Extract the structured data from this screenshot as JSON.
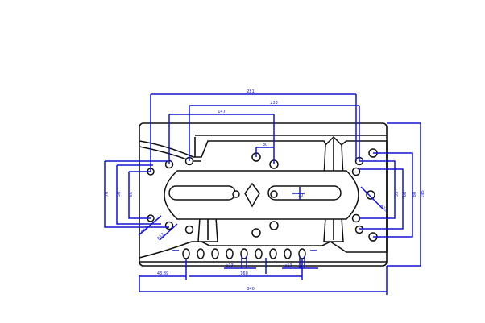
{
  "drawing": {
    "dimensions": {
      "top_overall": "281",
      "top_mid": "233",
      "top_short": "147",
      "top_small": "30",
      "bottom_overall": "340",
      "bottom_span": "160",
      "bottom_offset": "43.89",
      "bottom_hole_a": "⌀13",
      "bottom_hole_b": "⌀13",
      "left_1": "70",
      "left_2": "58",
      "left_3": "55",
      "right_1": "55",
      "right_2": "68",
      "right_3": "80",
      "right_4": "195",
      "diag_left_1": "R12",
      "diag_left_2": "R12",
      "diag_right": "R12",
      "center_right": "10"
    },
    "line_color": "#111111",
    "dimension_color": "#1414d2"
  }
}
